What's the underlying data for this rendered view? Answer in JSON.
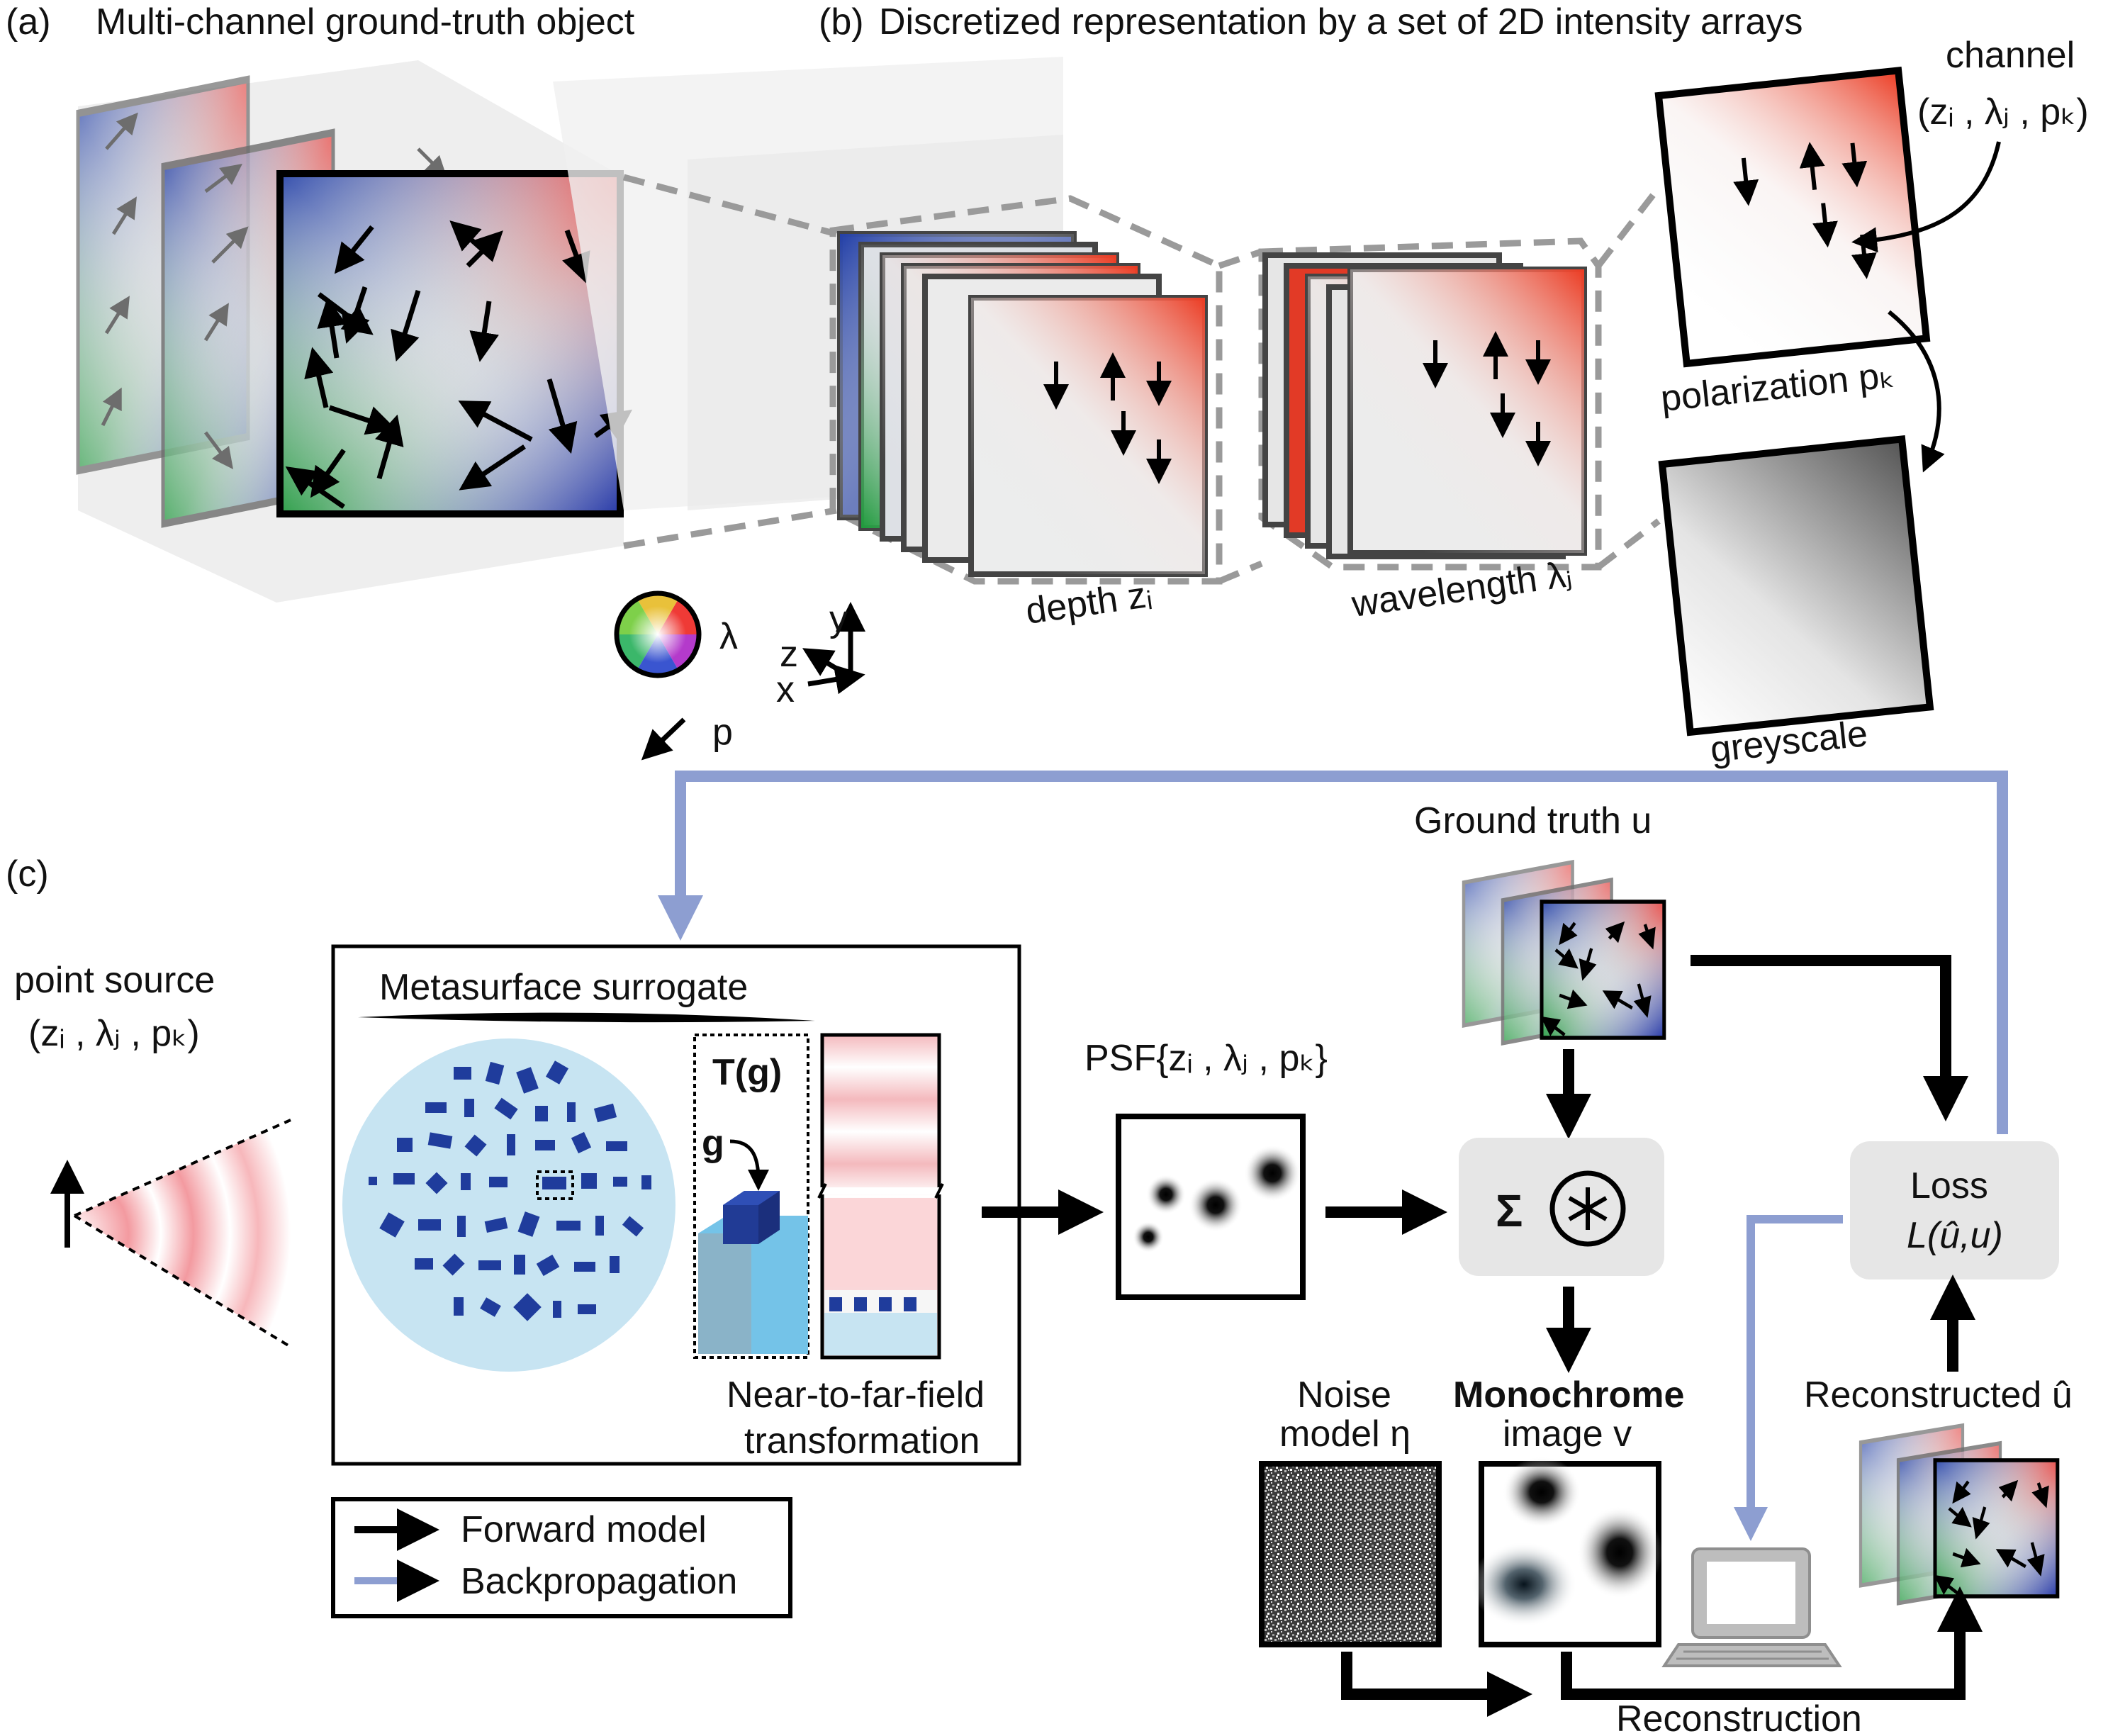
{
  "panels": {
    "a": {
      "tag": "(a)",
      "title": "Multi-channel ground-truth object"
    },
    "b": {
      "tag": "(b)",
      "title": "Discretized representation by a set of 2D intensity arrays",
      "channel_label": "channel",
      "channel_tuple": "(zᵢ , λⱼ , pₖ)",
      "depth_label": "depth zᵢ",
      "wavelength_label": "wavelength λⱼ",
      "polarization_label": "polarization pₖ",
      "greyscale_label": "greyscale"
    },
    "legend_symbols": {
      "lambda": "λ",
      "p": "p",
      "axis_x": "x",
      "axis_y": "y",
      "axis_z": "z"
    },
    "c": {
      "tag": "(c)",
      "point_source": "point source",
      "point_source_tuple": "(zᵢ , λⱼ , pₖ)",
      "metasurface_title": "Metasurface surrogate",
      "t_of_g": "T(g)",
      "g": "g",
      "near_far_1": "Near-to-far-field",
      "near_far_2": "transformation",
      "psf": "PSF{zᵢ , λⱼ , pₖ}",
      "ground_truth": "Ground truth u",
      "sum_symbol": "Σ",
      "loss_1": "Loss",
      "loss_2": "L(û,u)",
      "noise_1": "Noise",
      "noise_2": "model η",
      "mono_1": "Monochrome",
      "mono_2": "image v",
      "reconstructed": "Reconstructed û",
      "reconstruction": "Reconstruction",
      "legend_forward": "Forward model",
      "legend_backprop": "Backpropagation"
    }
  },
  "colors": {
    "forward_arrow": "#000000",
    "backprop_arrow": "#8d9ed1",
    "metasurface_disk": "#c7e4f2",
    "meta_atom": "#1f3c9c",
    "process_box": "#e6e6e6"
  }
}
